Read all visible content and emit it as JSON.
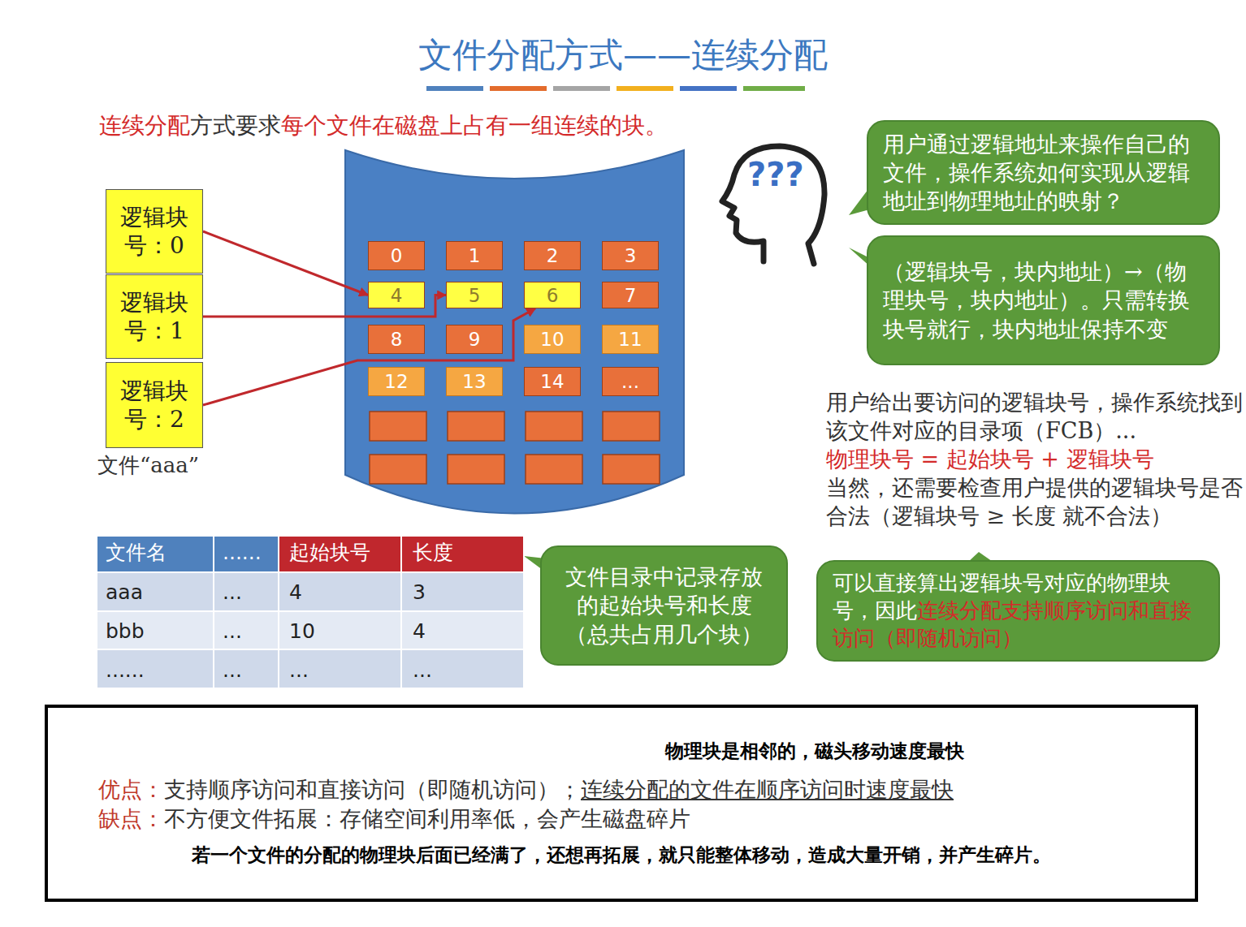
{
  "diagram": {
    "title": "文件分配方式——连续分配",
    "nodes": [
      {
        "text": [
          "逻辑块号：0"
        ]
      },
      {
        "text": [
          "逻辑块号：1"
        ]
      },
      {
        "text": [
          "逻辑块号：2"
        ]
      },
      {
        "text": [
          "0"
        ]
      },
      {
        "text": [
          "1"
        ]
      },
      {
        "text": [
          "2"
        ]
      },
      {
        "text": [
          "3"
        ]
      },
      {
        "text": [
          "4"
        ]
      },
      {
        "text": [
          "5"
        ]
      },
      {
        "text": [
          "6"
        ]
      },
      {
        "text": [
          "7"
        ]
      },
      {
        "text": [
          "8"
        ]
      },
      {
        "text": [
          "9"
        ]
      },
      {
        "text": [
          "10"
        ]
      },
      {
        "text": [
          "11"
        ]
      },
      {
        "text": [
          "12"
        ]
      },
      {
        "text": [
          "13"
        ]
      },
      {
        "text": [
          "14"
        ]
      },
      {
        "text": [
          "..."
        ]
      },
      {
        "text": [
          "用户通过逻辑地址来操作自己的文件，操作系统如何实现从逻辑地址到物理地址的映射？"
        ]
      },
      {
        "text": [
          "（逻辑块号，块内地址）→（物理块号，块内地址）。只需转换块号就行，块内地址保持不变"
        ]
      },
      {
        "text": [
          "文件目录中记录存放的起始块号和长度（总共占用几个块）"
        ]
      },
      {
        "text": [
          "可以直接算出逻辑块号对应的物理块号，因此",
          "连续分配支持顺序访问和直接访问（即随机访问）"
        ]
      },
      {
        "text": [
          "物理块是相邻的，磁头移动速度最快",
          "优点：",
          "支持顺序访问和直接访问（即随机访问）；",
          "连续分配的文件在顺序访问时速度最快",
          "缺点：",
          "不方便文件拓展：存储空间利用率低，会产生磁盘碎片",
          "若一个文件的分配的物理块后面已经满了，还想再拓展，就只能整体移动，造成大量开销，并产生碎片。"
        ]
      }
    ],
    "edges": [
      {
        "from": 0,
        "to": 7,
        "arrow": "to"
      },
      {
        "from": 1,
        "to": 8,
        "arrow": "to"
      },
      {
        "from": 2,
        "to": 9,
        "arrow": "to"
      }
    ],
    "labels": [
      "连续分配",
      "方式要求",
      "每个文件在磁盘上占有一组连续的块。",
      "文件“aaa”",
      "???",
      "用户给出要访问的逻辑块号，操作系统找到该文件对应的目录项（FCB）...",
      "物理块号 = 起始块号 + 逻辑块号",
      "当然，还需要检查用户提供的逻辑块号是否合法（逻辑块号 ≥ 长度 就不合法）",
      "文件名",
      "......",
      "起始块号",
      "长度",
      "aaa",
      "...",
      "4",
      "3",
      "bbb",
      "...",
      "10",
      "4",
      "......",
      "...",
      "...",
      "..."
    ]
  }
}
